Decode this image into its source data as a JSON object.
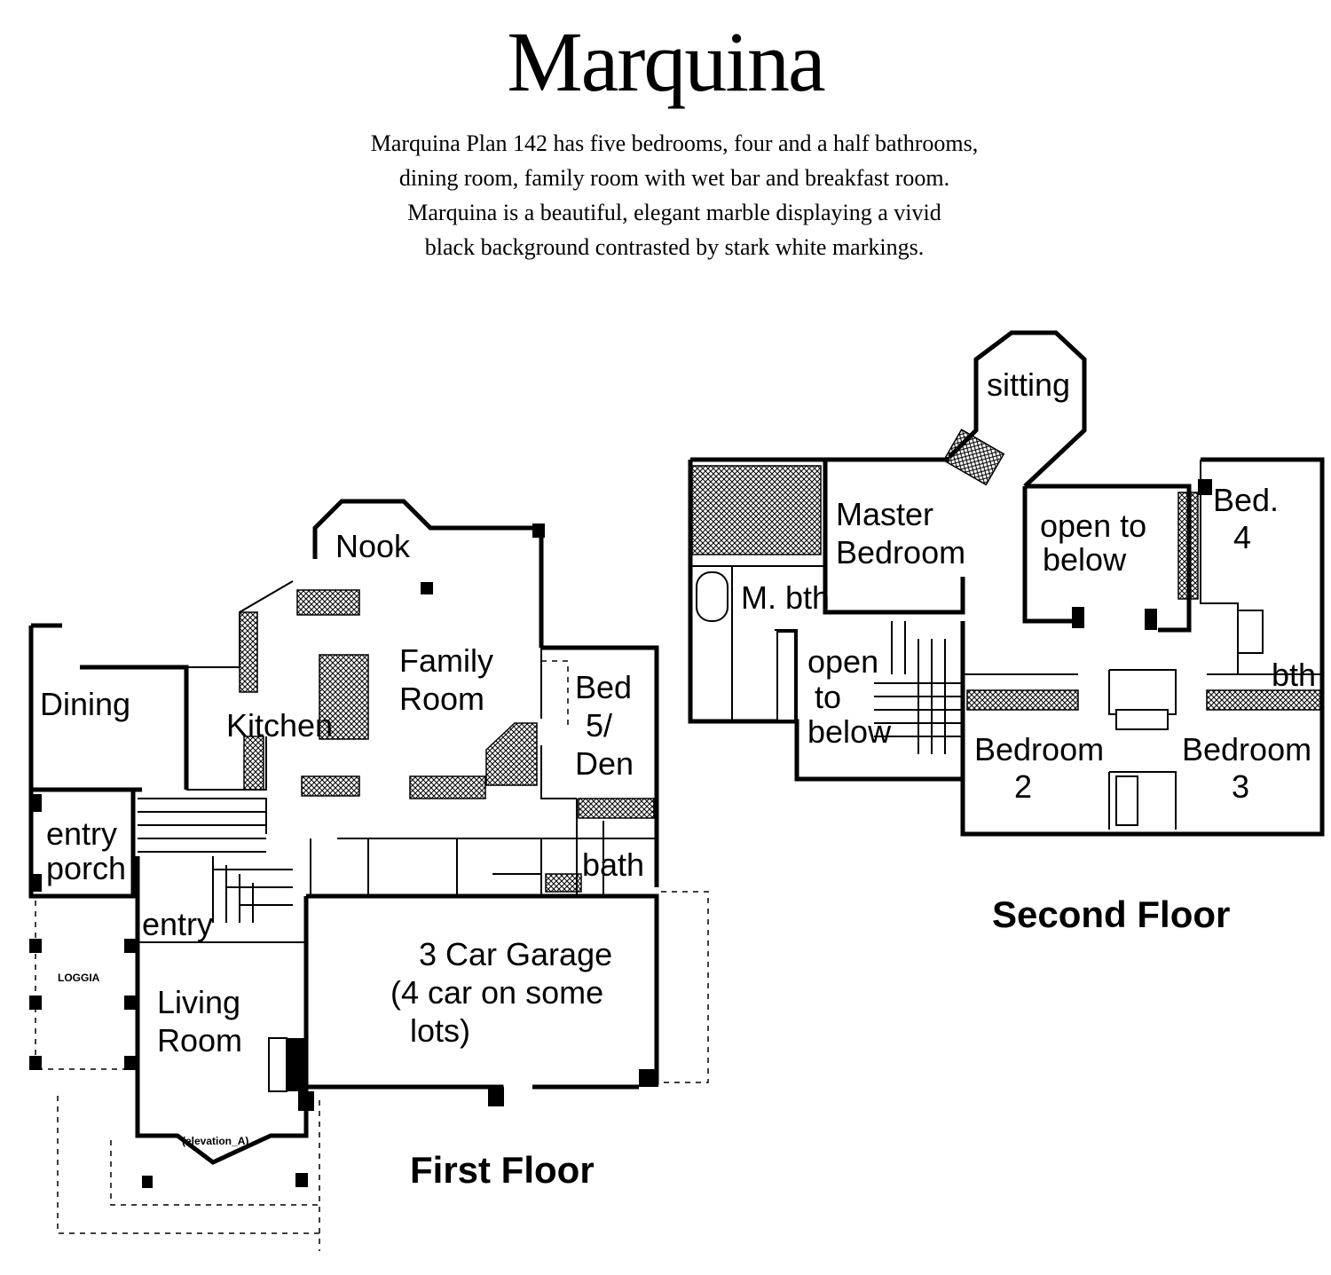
{
  "title": "Marquina",
  "description_lines": [
    "Marquina Plan  142 has five bedrooms, four and a half bathrooms,",
    "dining room, family room with wet bar and breakfast room.",
    "Marquina is a beautiful, elegant marble displaying a vivid",
    "black background contrasted by stark white markings."
  ],
  "first_floor": {
    "label": "First Floor",
    "rooms": {
      "nook": "Nook",
      "family_1": "Family",
      "family_2": "Room",
      "bed5_1": "Bed",
      "bed5_2": "5/",
      "bed5_3": "Den",
      "dining": "Dining",
      "kitchen": "Kitchen",
      "entry_porch_1": "entry",
      "entry_porch_2": "porch",
      "bath": "bath",
      "entry": "entry",
      "loggia": "LOGGIA",
      "living_1": "Living",
      "living_2": "Room",
      "garage_1": "3 Car Garage",
      "garage_2": "(4 car on some",
      "garage_3": "lots)",
      "elevation": "(elevation_A)"
    }
  },
  "second_floor": {
    "label": "Second Floor",
    "rooms": {
      "sitting": "sitting",
      "master_1": "Master",
      "master_2": "Bedroom",
      "open_a_1": "open to",
      "open_a_2": "below",
      "bed4_1": "Bed.",
      "bed4_2": "4",
      "mbath": "M. bth",
      "open_b_1": "open",
      "open_b_2": "to",
      "open_b_3": "below",
      "bth": "bth",
      "bedroom2_1": "Bedroom",
      "bedroom2_2": "2",
      "bedroom3_1": "Bedroom",
      "bedroom3_2": "3"
    }
  }
}
